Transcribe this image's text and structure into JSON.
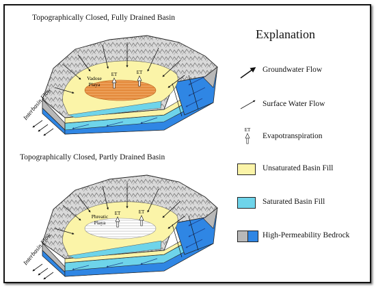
{
  "diagram": {
    "top_title": "Topographically Closed, Fully Drained Basin",
    "bottom_title": "Topographically Closed, Partly Drained Basin",
    "top_playa_label_1": "Vadose",
    "top_playa_label_2": "Playa",
    "bottom_playa_label_1": "Phreatic",
    "bottom_playa_label_2": "Playa",
    "et_label": "ET",
    "interbasin_flow_label": "Interbasin Flow"
  },
  "legend": {
    "title": "Explanation",
    "items": [
      {
        "label": "Groundwater Flow",
        "kind": "arrow-bold"
      },
      {
        "label": "Surface Water Flow",
        "kind": "arrow-thin"
      },
      {
        "label": "Evapotranspiration",
        "kind": "et",
        "symbol_text": "ET"
      },
      {
        "label": "Unsaturated Basin Fill",
        "kind": "swatch",
        "color": "#fbf4a8"
      },
      {
        "label": "Saturated Basin Fill",
        "kind": "swatch",
        "color": "#6ed4ea"
      },
      {
        "label": "High-Permeability Bedrock",
        "kind": "swatch-pair",
        "colors": [
          "#b8b8b8",
          "#2f86e4"
        ]
      }
    ]
  },
  "colors": {
    "unsaturated": "#fbf4a8",
    "saturated": "#6ed4ea",
    "bedrock_gray": "#b8b8b8",
    "bedrock_blue": "#2f86e4",
    "playa_orange": "#e48a3c",
    "mountain_gray": "#d4d4d4"
  }
}
